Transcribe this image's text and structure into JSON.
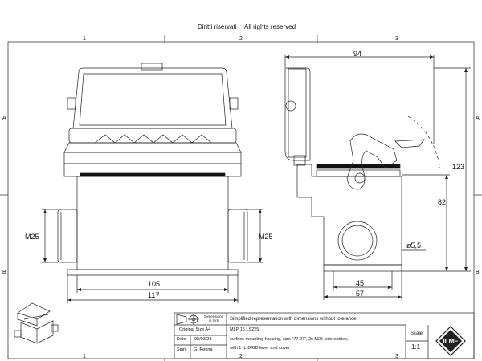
{
  "header": {
    "left": "Diritti riservati",
    "right": "All rights reserved"
  },
  "zones": {
    "top": [
      "1",
      "2",
      "3"
    ],
    "side": [
      "A",
      "B"
    ]
  },
  "front_view": {
    "width_inner": "105",
    "width_outer": "117",
    "entry_left": "M25",
    "entry_right": "M25"
  },
  "side_view": {
    "depth_top": "94",
    "height_total": "123",
    "height_mid": "82",
    "hole": "ø5,5",
    "base_inner": "45",
    "base_outer": "57"
  },
  "title_block": {
    "dimensions_label": "Dimensions in mm",
    "note": "Simplified representation with dimensions without tolerance",
    "original_size_label": "Original Size A4",
    "date_label": "Date",
    "date_value": "08/03/23",
    "sign_label": "Sign.",
    "sign_value": "G. Renna",
    "part_code": "MLP 16 LS225",
    "description_1": "surface mounting housing, size \"77.27\", 2x M25 side entries,",
    "description_2": "with 1 IL-BRID lever and cover",
    "scale_label": "Scale",
    "scale_value": "1:1",
    "logo": "ILME"
  }
}
